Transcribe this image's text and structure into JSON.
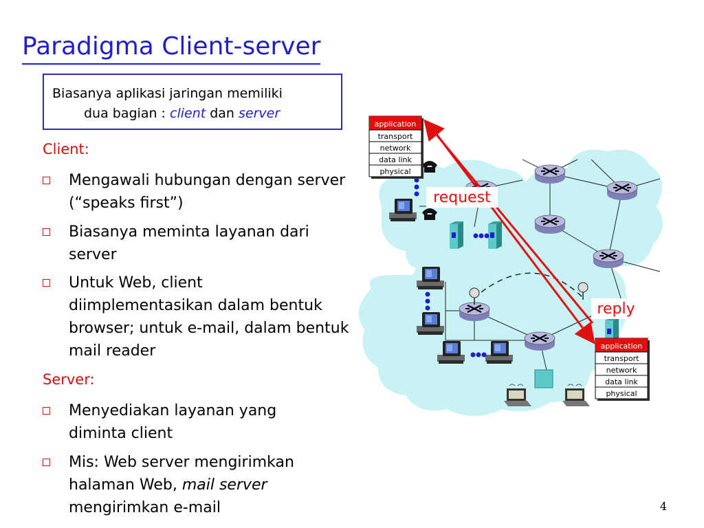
{
  "slide": {
    "title": "Paradigma Client-server",
    "page_number": "4"
  },
  "intro_box": {
    "line1": "Biasanya aplikasi jaringan memiliki",
    "line2_prefix": "dua bagian : ",
    "client_word": "client",
    "and_word": " dan ",
    "server_word": "server"
  },
  "client_section": {
    "heading": "Client:",
    "bullets": [
      "Mengawali hubungan dengan server (“speaks first”)",
      "Biasanya meminta layanan dari server",
      "Untuk Web, client diimplementasikan dalam bentuk browser; untuk e-mail, dalam bentuk mail reader"
    ]
  },
  "server_section": {
    "heading": "Server:",
    "bullet1": "Menyediakan layanan yang diminta client",
    "bullet2_prefix": "Mis: Web server mengirimkan halaman Web, ",
    "bullet2_italic": "mail server",
    "bullet2_suffix": " mengirimkan e-mail"
  },
  "diagram": {
    "client_stack": [
      "application",
      "transport",
      "network",
      "data link",
      "physical"
    ],
    "server_stack": [
      "application",
      "transport",
      "network",
      "data link",
      "physical"
    ],
    "request_label": "request",
    "reply_label": "reply",
    "colors": {
      "network_cloud": "#c8f2f4",
      "router": "#b8b8e0",
      "arrow": "#e01010",
      "stack_highlight": "#e01010"
    }
  }
}
